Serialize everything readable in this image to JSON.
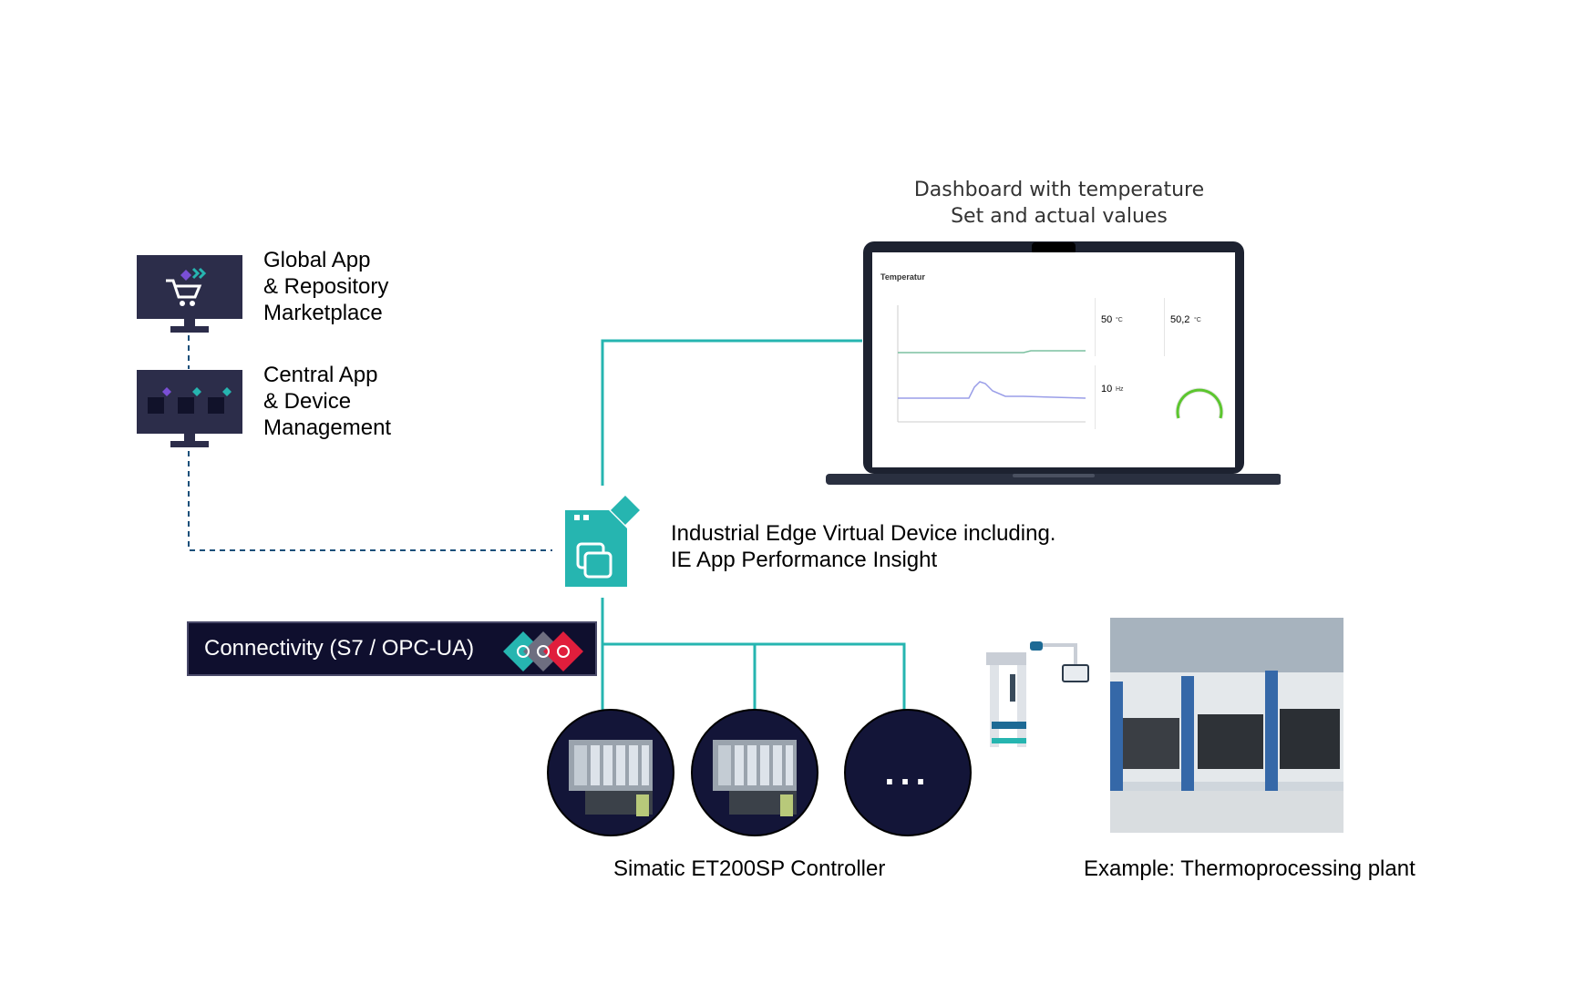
{
  "marketplace": {
    "label": "Global App\n& Repository\nMarketplace",
    "icon": "shopping-cart-monitor-icon"
  },
  "management": {
    "label": "Central App\n& Device\nManagement",
    "icon": "device-management-monitor-icon"
  },
  "dashboard": {
    "caption": "Dashboard with temperature\nSet and actual values",
    "screen_title": "Temperatur",
    "card_setpoint": "50",
    "card_setpoint_unit": "°C",
    "card_actual": "50,2",
    "card_actual_unit": "°C",
    "card_fan": "10",
    "card_fan_unit": "Hz"
  },
  "edge_device": {
    "label": "Industrial Edge Virtual Device including.\nIE App Performance Insight",
    "icon": "edge-device-icon"
  },
  "connectivity": {
    "label": "Connectivity (S7 / OPC-UA)",
    "icon": "connector-chain-icon"
  },
  "controllers": {
    "label": "Simatic ET200SP Controller",
    "more": "..."
  },
  "plant": {
    "label": "Example: Thermoprocessing plant"
  },
  "colors": {
    "teal": "#26b5b0",
    "navy": "#131538",
    "dash": "#1b4f7a"
  }
}
